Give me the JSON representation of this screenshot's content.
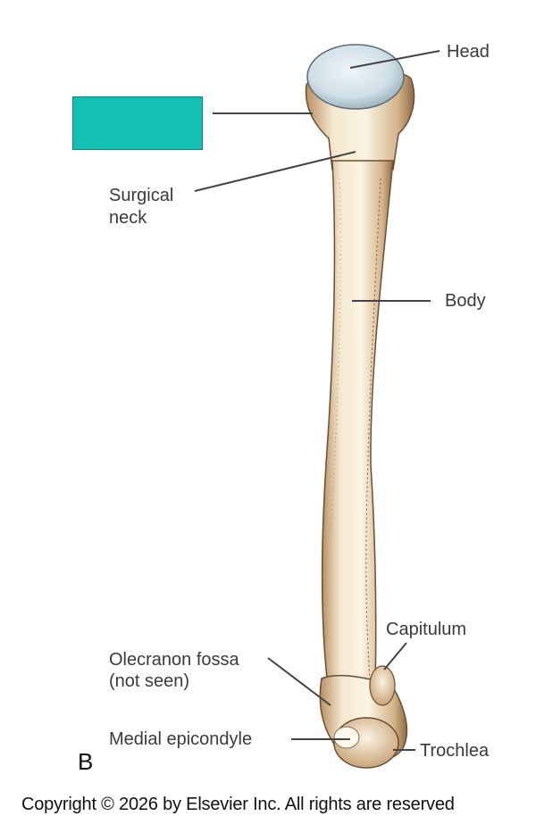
{
  "labels": {
    "head": "Head",
    "surgical_neck_line1": "Surgical",
    "surgical_neck_line2": "neck",
    "body": "Body",
    "capitulum": "Capitulum",
    "olecranon_line1": "Olecranon fossa",
    "olecranon_line2": "(not seen)",
    "medial_epicondyle": "Medial epicondyle",
    "trochlea": "Trochlea"
  },
  "hidden_label_box": {
    "color": "#14bfb3"
  },
  "panel_letter": "B",
  "copyright": "Copyright © 2026 by Elsevier Inc. All rights are reserved",
  "colors": {
    "bone_light": "#f6ecd6",
    "bone_shadow": "#c9a57a",
    "head_cartilage": "#cfdfe6",
    "leader": "#444444"
  }
}
